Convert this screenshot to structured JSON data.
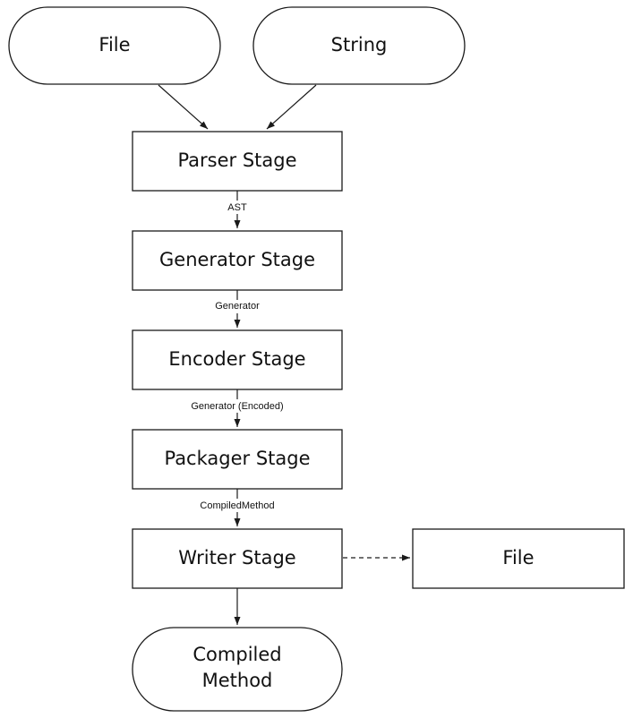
{
  "nodes": {
    "file_input": {
      "label": "File",
      "shape": "rounded"
    },
    "string_input": {
      "label": "String",
      "shape": "rounded"
    },
    "parser_stage": {
      "label": "Parser Stage",
      "shape": "rectangle"
    },
    "generator_stage": {
      "label": "Generator Stage",
      "shape": "rectangle"
    },
    "encoder_stage": {
      "label": "Encoder Stage",
      "shape": "rectangle"
    },
    "packager_stage": {
      "label": "Packager Stage",
      "shape": "rectangle"
    },
    "writer_stage": {
      "label": "Writer Stage",
      "shape": "rectangle"
    },
    "file_output": {
      "label": "File",
      "shape": "rectangle"
    },
    "compiled_method": {
      "label_lines": [
        "Compiled",
        "Method"
      ],
      "shape": "rounded"
    }
  },
  "edges": {
    "file_to_parser": {
      "from": "file_input",
      "to": "parser_stage",
      "label": "",
      "style": "solid"
    },
    "string_to_parser": {
      "from": "string_input",
      "to": "parser_stage",
      "label": "",
      "style": "solid"
    },
    "parser_to_generator": {
      "from": "parser_stage",
      "to": "generator_stage",
      "label": "AST",
      "style": "solid"
    },
    "generator_to_encoder": {
      "from": "generator_stage",
      "to": "encoder_stage",
      "label": "Generator",
      "style": "solid"
    },
    "encoder_to_packager": {
      "from": "encoder_stage",
      "to": "packager_stage",
      "label": "Generator (Encoded)",
      "style": "solid"
    },
    "packager_to_writer": {
      "from": "packager_stage",
      "to": "writer_stage",
      "label": "CompiledMethod",
      "style": "solid"
    },
    "writer_to_file": {
      "from": "writer_stage",
      "to": "file_output",
      "label": "",
      "style": "dashed"
    },
    "writer_to_compiled": {
      "from": "writer_stage",
      "to": "compiled_method",
      "label": "",
      "style": "solid"
    }
  },
  "colors": {
    "stroke": "#1a1a1a",
    "fill": "#ffffff",
    "text": "#111111"
  }
}
